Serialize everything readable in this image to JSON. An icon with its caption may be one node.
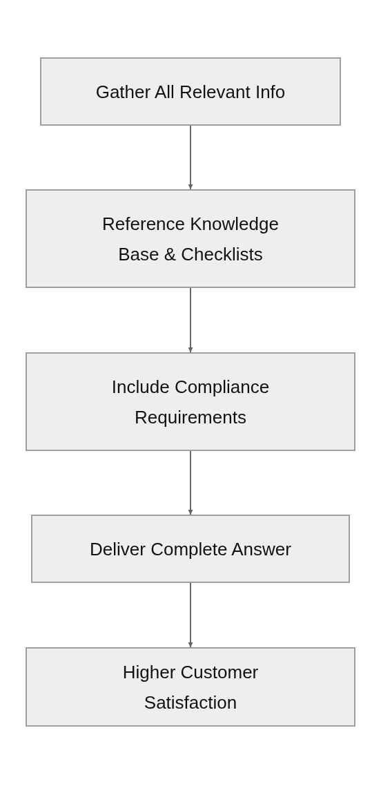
{
  "diagram": {
    "nodes": [
      {
        "text": [
          "Gather All Relevant Info"
        ]
      },
      {
        "text": [
          "Reference Knowledge Base & Checklists"
        ]
      },
      {
        "text": [
          "Include Compliance Requirements"
        ]
      },
      {
        "text": [
          "Deliver Complete Answer"
        ]
      },
      {
        "text": [
          "Higher Customer Satisfaction"
        ]
      }
    ],
    "edges": [
      {
        "from": 0,
        "to": 1,
        "arrow": "to"
      },
      {
        "from": 1,
        "to": 2,
        "arrow": "to"
      },
      {
        "from": 2,
        "to": 3,
        "arrow": "to"
      },
      {
        "from": 3,
        "to": 4,
        "arrow": "to"
      }
    ]
  }
}
